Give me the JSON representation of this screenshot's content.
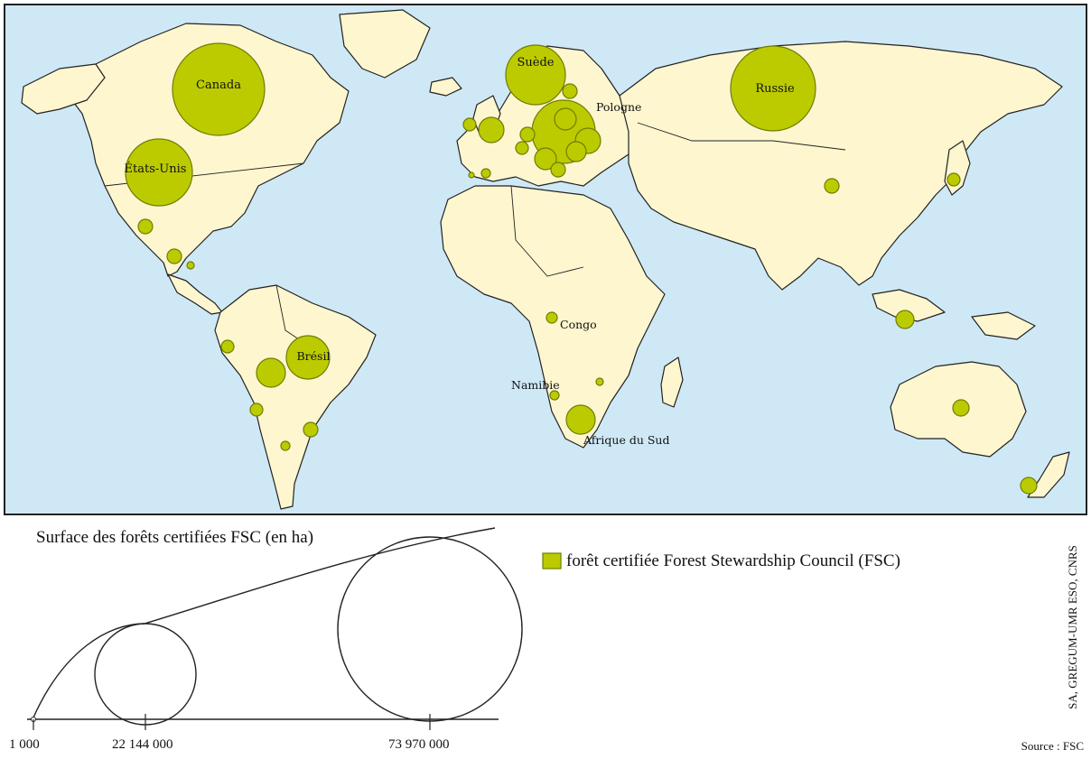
{
  "map": {
    "labels": {
      "canada": "Canada",
      "usa": "États-Unis",
      "suede": "Suède",
      "pologne": "Pologne",
      "russie": "Russie",
      "bresil": "Brésil",
      "congo": "Congo",
      "namibie": "Namibie",
      "afrique_du_sud": "Afrique du Sud"
    },
    "colors": {
      "ocean": "#cfe8f6",
      "land": "#fdf6cf",
      "fsc_fill": "#bccb00",
      "fsc_stroke": "#6e7d00"
    }
  },
  "legend": {
    "scale_title": "Surface des forêts certifiées FSC (en ha)",
    "item_label": "forêt certifiée Forest Stewardship Council (FSC)",
    "ticks": [
      "1 000",
      "22 144 000",
      "73 970 000"
    ]
  },
  "credit": "SA, GREGUM-UMR ESO, CNRS",
  "source": "Source : FSC"
}
